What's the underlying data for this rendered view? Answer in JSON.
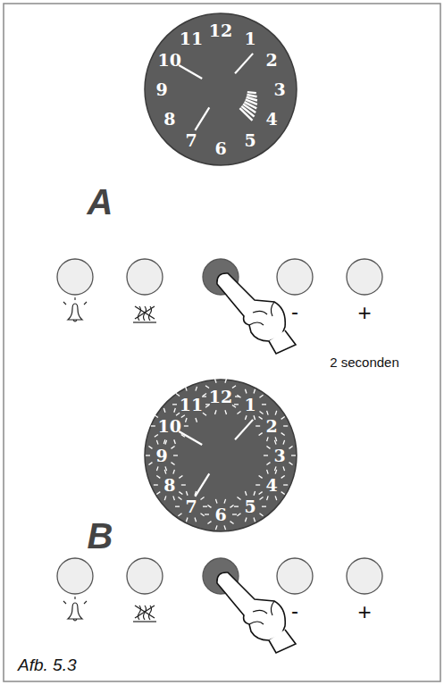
{
  "diagram": {
    "caption": "Afb. 5.3",
    "nodes": [
      {
        "text": [
          "12",
          "1",
          "2",
          "3",
          "4",
          "5",
          "6",
          "7",
          "8",
          "9",
          "10",
          "11"
        ]
      },
      {
        "text": [
          "12",
          "1",
          "2",
          "3",
          "4",
          "5",
          "6",
          "7",
          "8",
          "9",
          "10",
          "11"
        ]
      }
    ],
    "labels": [
      "A",
      "-",
      "+",
      "2 seconden",
      "B",
      "-",
      "+"
    ]
  }
}
